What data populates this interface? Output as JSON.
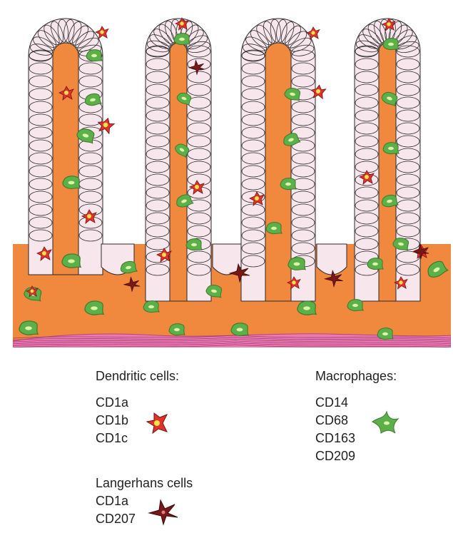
{
  "colors": {
    "lamina_propria": "#F0883E",
    "epithelium_fill": "#F7E6EC",
    "epithelium_line": "#2a2a2a",
    "muscle": "#E97BB2",
    "dendritic_fill": "#E0322A",
    "dendritic_core": "#F4E24A",
    "macrophage_fill": "#5BB04A",
    "macrophage_dark": "#3C7A2C",
    "macrophage_core": "#DDF3A8",
    "langerhans_fill": "#7A1818"
  },
  "legend": {
    "dendritic": {
      "title": "Dendritic cells:",
      "markers": [
        "CD1a",
        "CD1b",
        "CD1c"
      ],
      "icon": "dendritic-cell-icon"
    },
    "macrophages": {
      "title": "Macrophages:",
      "markers": [
        "CD14",
        "CD68",
        "CD163",
        "CD209"
      ],
      "icon": "macrophage-icon"
    },
    "langerhans": {
      "title": "Langerhans cells",
      "markers": [
        "CD1a",
        "CD207"
      ],
      "icon": "langerhans-cell-icon"
    }
  }
}
